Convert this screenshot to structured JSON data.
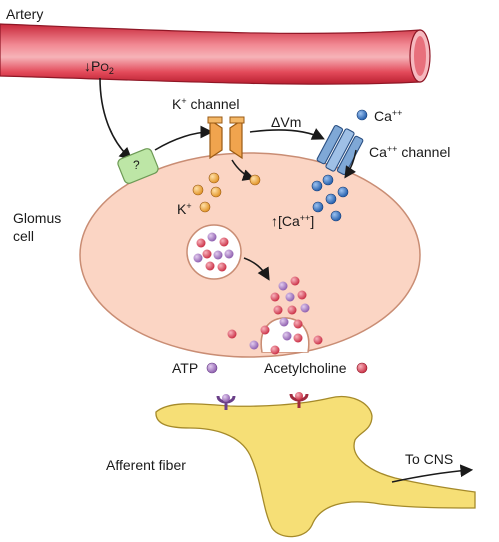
{
  "labels": {
    "artery": "Artery",
    "po2_arrow": "↓",
    "po2_p": "P",
    "po2_o": "O",
    "po2_sub": "2",
    "question": "?",
    "k_channel_k": "K",
    "k_channel_plus": "+",
    "k_channel_word": "channel",
    "delta_vm": "ΔVm",
    "ca_top": "Ca",
    "ca_top_sup": "++",
    "ca_channel_ca": "Ca",
    "ca_channel_sup": "++",
    "ca_channel_word": "channel",
    "k_ion": "K",
    "k_ion_sup": "+",
    "ca_conc_arrow": "↑",
    "ca_conc_open": "[Ca",
    "ca_conc_sup": "++",
    "ca_conc_close": "]",
    "glomus_line1": "Glomus",
    "glomus_line2": "cell",
    "atp": "ATP",
    "acetylcholine": "Acetylcholine",
    "afferent_fiber": "Afferent fiber",
    "to_cns": "To CNS"
  },
  "colors": {
    "artery_red": "#e0394a",
    "artery_light": "#f7c4c6",
    "cell_fill": "#fbd5c4",
    "cell_stroke": "#c98d74",
    "k_channel": "#f0a44e",
    "ca_channel": "#7fa8d6",
    "sensor_green": "#bde6a6",
    "k_ion": "#f2a531",
    "ca_ion": "#2f6fc4",
    "atp_purple": "#a57bc1",
    "ach_red": "#dd4055",
    "fiber_yellow": "#f6df76"
  }
}
